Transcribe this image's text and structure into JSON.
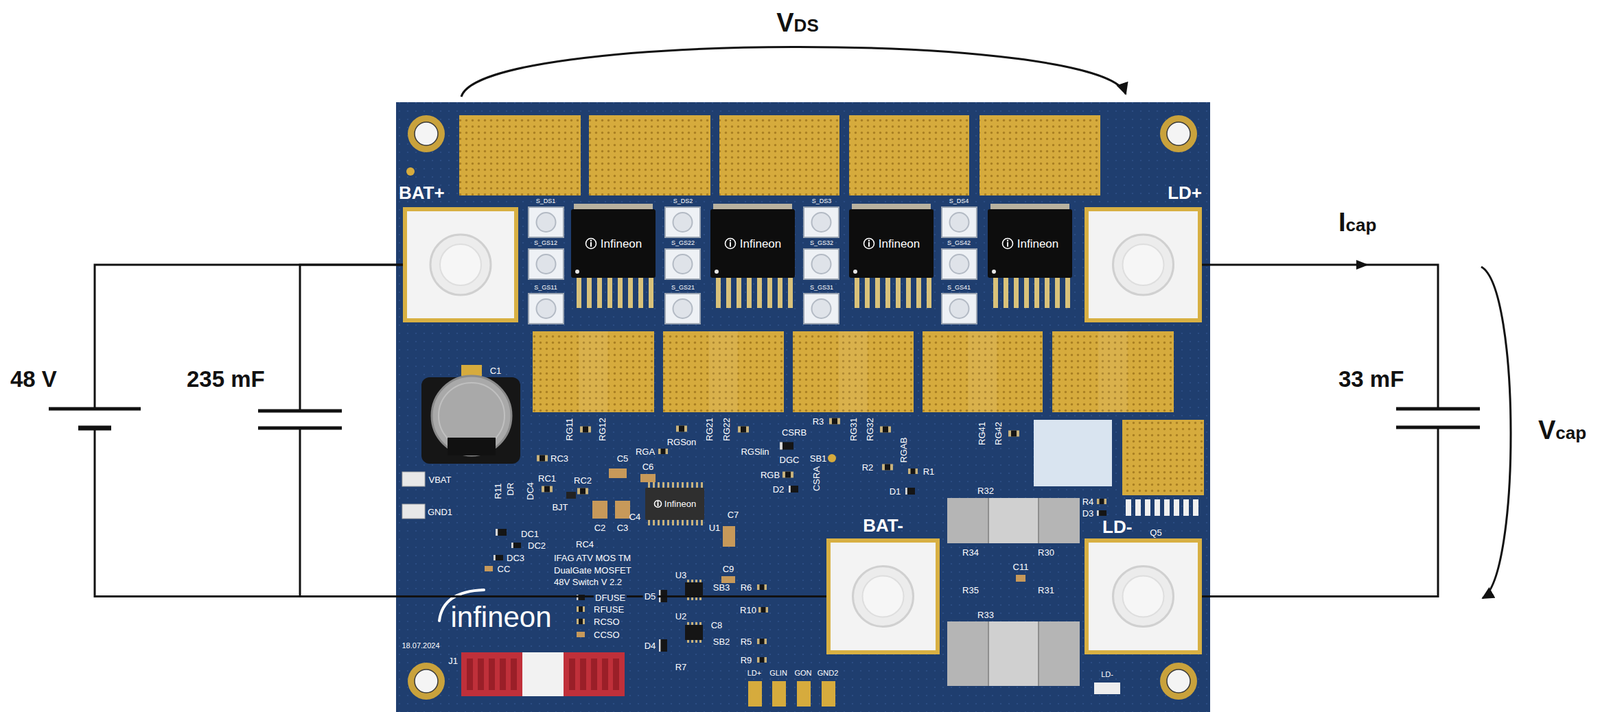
{
  "diagram": {
    "nodes": [
      {
        "text": [
          "BAT+"
        ]
      },
      {
        "text": [
          "Infineon"
        ]
      },
      {
        "text": [
          "Infineon"
        ]
      },
      {
        "text": [
          "Infineon"
        ]
      },
      {
        "text": [
          "Infineon"
        ]
      },
      {
        "text": [
          "LD+"
        ]
      },
      {
        "text": [
          "48 V"
        ]
      },
      {
        "text": [
          "235 mF"
        ]
      },
      {
        "text": [
          "33 mF"
        ]
      },
      {
        "text": [
          "Infineon"
        ]
      },
      {
        "text": [
          "BAT-"
        ]
      },
      {
        "text": [
          "LD-"
        ]
      }
    ],
    "edges": [
      {
        "from": 0,
        "to": 6,
        "arrow": "none"
      },
      {
        "from": 0,
        "to": 7,
        "arrow": "none"
      },
      {
        "from": 5,
        "to": 8,
        "label": "Icap",
        "arrow": "to"
      },
      {
        "from": 10,
        "to": 6,
        "arrow": "none"
      },
      {
        "from": 10,
        "to": 7,
        "arrow": "none"
      },
      {
        "from": 11,
        "to": 8,
        "arrow": "none"
      }
    ],
    "labels": [
      "VDS",
      "S_DS1",
      "S_GS12",
      "S_GS11",
      "S_DS2",
      "S_GS22",
      "S_GS21",
      "S_DS3",
      "S_GS32",
      "S_GS31",
      "S_DS4",
      "S_GS42",
      "S_GS41",
      "C1",
      "RG11",
      "RG12",
      "RG21",
      "RG22",
      "R3",
      "RG31",
      "RG32",
      "RG41",
      "RG42",
      "CSRB",
      "RGSon",
      "RGA",
      "RGSlin",
      "RGAB",
      "C5",
      "RC3",
      "DGC",
      "SB1",
      "C6",
      "R2",
      "R1",
      "RGB",
      "CSRA",
      "VBAT",
      "RC1",
      "RC2",
      "R11",
      "DR",
      "DC4",
      "D2",
      "D1",
      "R32",
      "R4",
      "BJT",
      "GND1",
      "D3",
      "C4",
      "C7",
      "U1",
      "C2",
      "C3",
      "Q5",
      "DC1",
      "RC4",
      "DC2",
      "R34",
      "R30",
      "IFAG ATV MOS TM",
      "DC3",
      "C11",
      "C9",
      "CC",
      "DualGate MOSFET",
      "U3",
      "48V Switch V 2.2",
      "SB3",
      "R6",
      "R35",
      "R31",
      "D5",
      "DFUSE",
      "RFUSE",
      "R10",
      "R33",
      "infineon",
      "U2",
      "RCSO",
      "C8",
      "CCSO",
      "SB2",
      "R5",
      "18.07.2024",
      "D4",
      "J1",
      "R7",
      "R9",
      "LD+",
      "GLIN",
      "GON",
      "GND2",
      "LD-",
      "Vcap"
    ]
  }
}
